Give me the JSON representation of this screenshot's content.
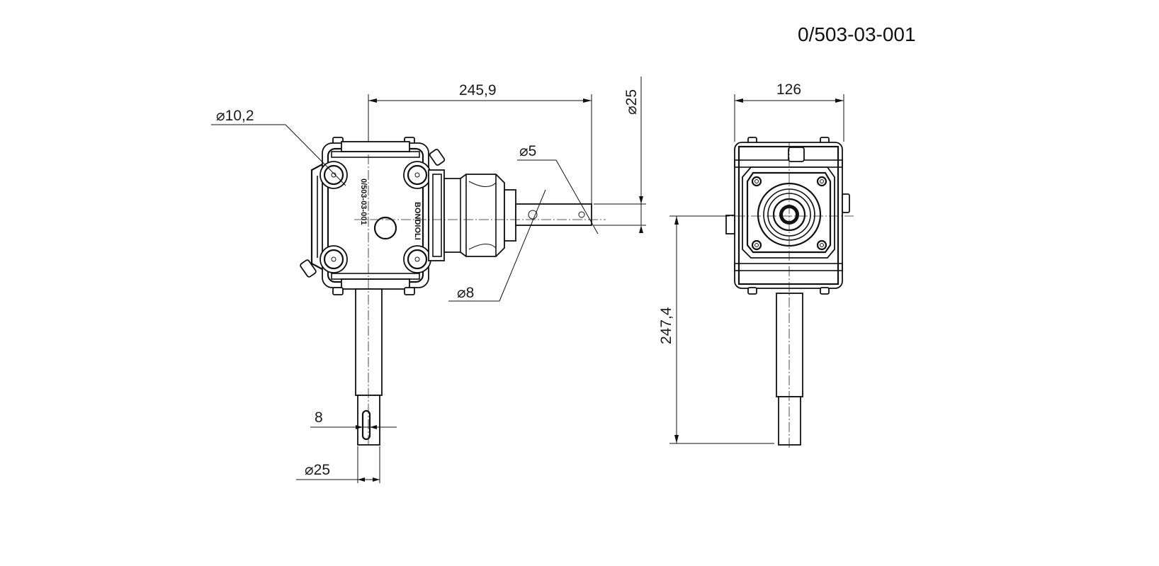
{
  "drawing": {
    "part_number": "0/503-03-001",
    "housing_marking": "0/503-03-001",
    "brand_marking": "BONDIOLI",
    "dimensions": {
      "input_hole_dia": "⌀10,2",
      "length_overall": "245,9",
      "input_shaft_dia": "⌀25",
      "pin_hole_dia_5": "⌀5",
      "pin_hole_dia_8": "⌀8",
      "key_width": "8",
      "output_shaft_dia": "⌀25",
      "side_width": "126",
      "height": "247,4"
    }
  }
}
